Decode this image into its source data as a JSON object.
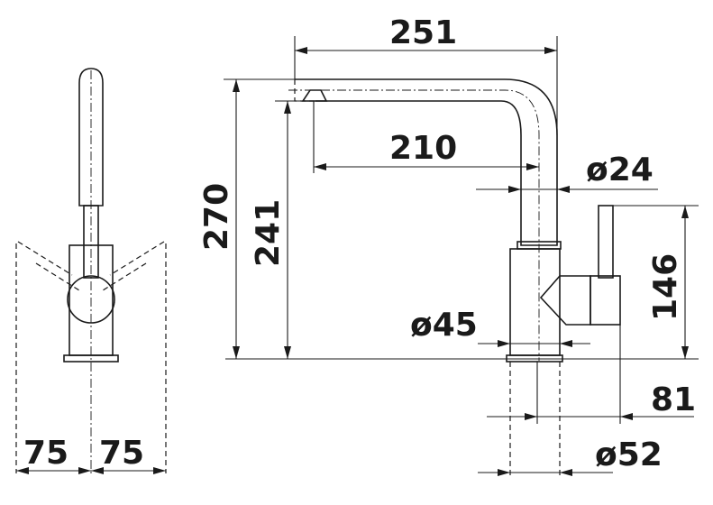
{
  "drawing": {
    "dimensions": {
      "left_half_width_1": "75",
      "left_half_width_2": "75",
      "spout_reach": "251",
      "spout_outlet_reach": "210",
      "spout_diameter": "ø24",
      "total_height": "270",
      "outlet_height": "241",
      "lever_height": "146",
      "body_diameter": "ø45",
      "handle_offset": "81",
      "base_diameter": "ø52"
    }
  }
}
